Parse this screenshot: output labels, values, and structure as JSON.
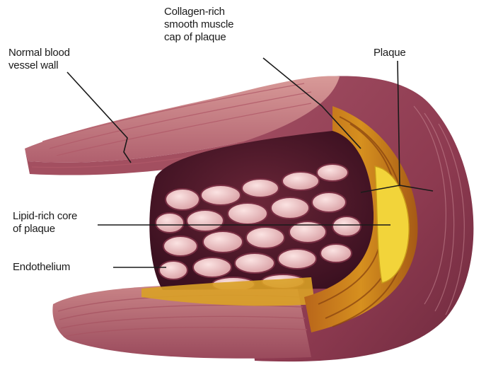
{
  "labels": {
    "normal_wall": "Normal blood\nvessel wall",
    "collagen_cap": "Collagen-rich\nsmooth muscle\ncap of plaque",
    "plaque": "Plaque",
    "lipid_core": "Lipid-rich core\nof plaque",
    "endothelium": "Endothelium"
  },
  "colors": {
    "outer_wall": "#b86a78",
    "wall_top": "#c98487",
    "wall_dark": "#7e3546",
    "lumen": "#4a1828",
    "cell": "#eec3c4",
    "plaque_orange": "#cf8a1f",
    "plaque_dark": "#9a5410",
    "lipid_yellow": "#f2d43a",
    "leader_line": "#1a1a1a"
  }
}
